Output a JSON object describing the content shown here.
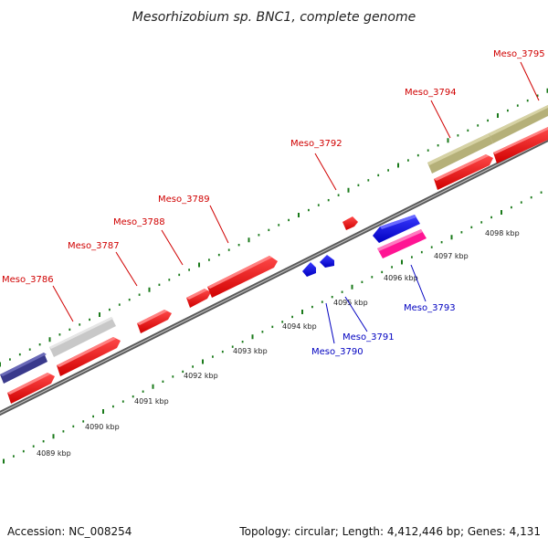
{
  "title": "Mesorhizobium sp. BNC1, complete genome",
  "footer": {
    "accession": "Accession: NC_008254",
    "summary": "Topology: circular; Length: 4,412,446 bp; Genes: 4,131"
  },
  "colors": {
    "forward_gene": "#f00000",
    "reverse_gene": "#1010d8",
    "label_forward": "#d00000",
    "label_reverse": "#0000c0",
    "ticks": "#1a7a1a",
    "backbone": "#7a7a7a",
    "rna": "#ff1493",
    "pseudo": "#c8c8c8",
    "olive": "#b5b079",
    "purple": "#3a3a8c"
  },
  "ticks": [
    {
      "label": "4089 kbp"
    },
    {
      "label": "4090 kbp"
    },
    {
      "label": "4091 kbp"
    },
    {
      "label": "4092 kbp"
    },
    {
      "label": "4093 kbp"
    },
    {
      "label": "4094 kbp"
    },
    {
      "label": "4095 kbp"
    },
    {
      "label": "4096 kbp"
    },
    {
      "label": "4097 kbp"
    },
    {
      "label": "4098 kbp"
    }
  ],
  "gene_labels": [
    {
      "text": "Meso_3786",
      "strand": "forward"
    },
    {
      "text": "Meso_3787",
      "strand": "forward"
    },
    {
      "text": "Meso_3788",
      "strand": "forward"
    },
    {
      "text": "Meso_3789",
      "strand": "forward"
    },
    {
      "text": "Meso_3792",
      "strand": "forward"
    },
    {
      "text": "Meso_3794",
      "strand": "forward"
    },
    {
      "text": "Meso_3795",
      "strand": "forward"
    },
    {
      "text": "Meso_3790",
      "strand": "reverse"
    },
    {
      "text": "Meso_3791",
      "strand": "reverse"
    },
    {
      "text": "Meso_3793",
      "strand": "reverse"
    }
  ]
}
